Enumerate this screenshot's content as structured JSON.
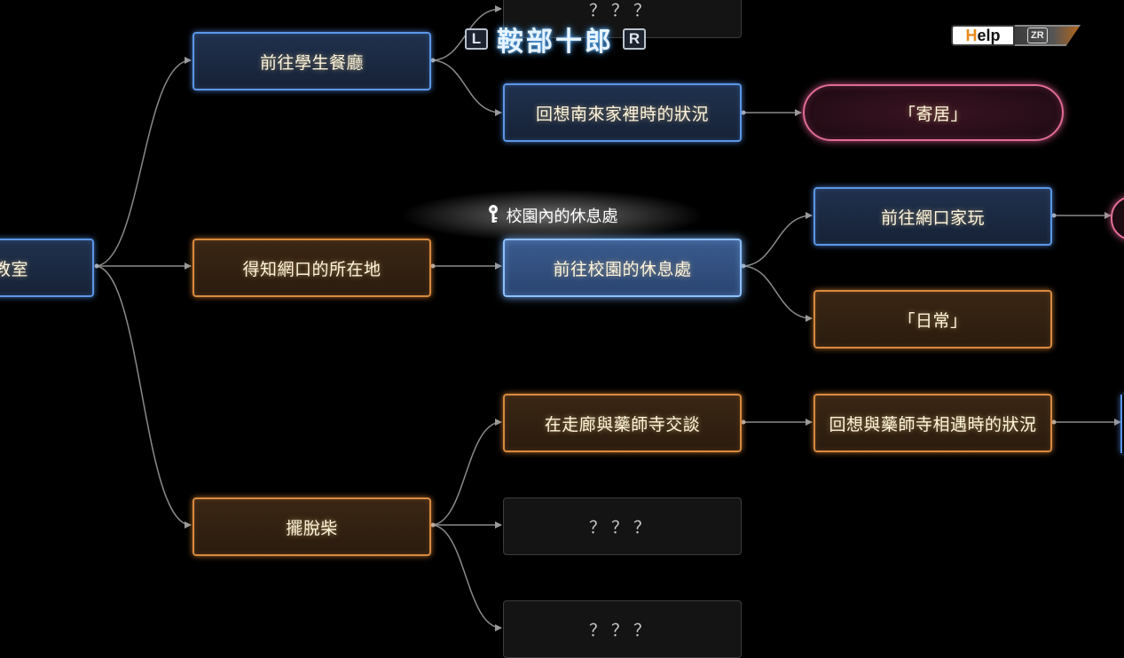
{
  "header": {
    "l_button": "L",
    "r_button": "R",
    "character_name": "鞍部十郎"
  },
  "help": {
    "label_first": "H",
    "label_rest": "elp",
    "zr_button": "ZR"
  },
  "tooltip": {
    "icon": "key-icon",
    "text": "校園內的休息處"
  },
  "nodes": {
    "classroom": "教室",
    "cafeteria": "前往學生餐廳",
    "top_unknown": "？？？",
    "recall_minami": "回想南來家裡時的狀況",
    "kikyo": "「寄居」",
    "learn_location": "得知網口的所在地",
    "rest_area": "前往校園的休息處",
    "amiguchi_home": "前往網口家玩",
    "daily": "「日常」",
    "shake_off": "擺脫柴",
    "corridor_talk": "在走廊與藥師寺交談",
    "recall_yakushiji": "回想與藥師寺相遇時的狀況",
    "unknown_mid": "？？？",
    "unknown_bottom": "？？？"
  },
  "colors": {
    "background": "#000000",
    "blue_node": "#5b97e6",
    "selected_node": "#8cc0ff",
    "orange_node": "#d98a3e",
    "ending_node": "#e26c95",
    "link_line": "#8a8a8a"
  }
}
